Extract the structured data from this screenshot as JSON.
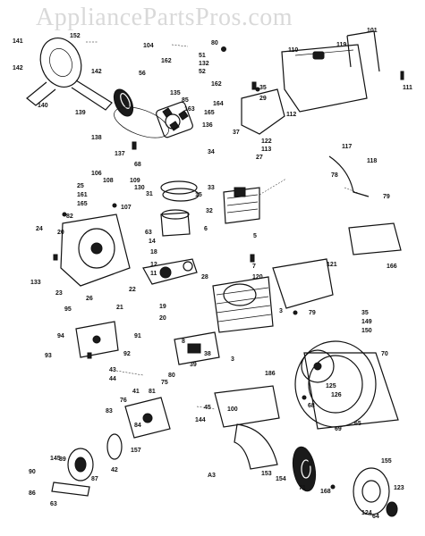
{
  "watermark": "AppliancePartsPros.com",
  "footer_code": "A3",
  "labels": [
    {
      "id": "l1",
      "text": "152"
    },
    {
      "id": "l2",
      "text": "141"
    },
    {
      "id": "l3",
      "text": "142"
    },
    {
      "id": "l4",
      "text": "142"
    },
    {
      "id": "l5",
      "text": "140"
    },
    {
      "id": "l6",
      "text": "139"
    },
    {
      "id": "l7",
      "text": "138"
    },
    {
      "id": "l8",
      "text": "104"
    },
    {
      "id": "l9",
      "text": "56"
    },
    {
      "id": "l10",
      "text": "162"
    },
    {
      "id": "l11",
      "text": "51"
    },
    {
      "id": "l12",
      "text": "132"
    },
    {
      "id": "l13",
      "text": "52"
    },
    {
      "id": "l14",
      "text": "162"
    },
    {
      "id": "l15",
      "text": "135"
    },
    {
      "id": "l16",
      "text": "163"
    },
    {
      "id": "l17",
      "text": "85"
    },
    {
      "id": "l18",
      "text": "164"
    },
    {
      "id": "l19",
      "text": "165"
    },
    {
      "id": "l20",
      "text": "136"
    },
    {
      "id": "l21",
      "text": "137"
    },
    {
      "id": "l22",
      "text": "68"
    },
    {
      "id": "l23",
      "text": "80"
    },
    {
      "id": "l24",
      "text": "110"
    },
    {
      "id": "l25",
      "text": "119"
    },
    {
      "id": "l26",
      "text": "101"
    },
    {
      "id": "l27",
      "text": "111"
    },
    {
      "id": "l28",
      "text": "35"
    },
    {
      "id": "l29",
      "text": "29"
    },
    {
      "id": "l30",
      "text": "112"
    },
    {
      "id": "l31",
      "text": "37"
    },
    {
      "id": "l32",
      "text": "122"
    },
    {
      "id": "l33",
      "text": "113"
    },
    {
      "id": "l34",
      "text": "27"
    },
    {
      "id": "l35",
      "text": "117"
    },
    {
      "id": "l36",
      "text": "118"
    },
    {
      "id": "l37",
      "text": "78"
    },
    {
      "id": "l38",
      "text": "79"
    },
    {
      "id": "l39",
      "text": "34"
    },
    {
      "id": "l40",
      "text": "106"
    },
    {
      "id": "l41",
      "text": "108"
    },
    {
      "id": "l42",
      "text": "109"
    },
    {
      "id": "l43",
      "text": "25"
    },
    {
      "id": "l44",
      "text": "161"
    },
    {
      "id": "l45",
      "text": "165"
    },
    {
      "id": "l46",
      "text": "107"
    },
    {
      "id": "l47",
      "text": "130"
    },
    {
      "id": "l48",
      "text": "31"
    },
    {
      "id": "l49",
      "text": "15"
    },
    {
      "id": "l50",
      "text": "33"
    },
    {
      "id": "l51",
      "text": "32"
    },
    {
      "id": "l52",
      "text": "24"
    },
    {
      "id": "l53",
      "text": "20"
    },
    {
      "id": "l54",
      "text": "82"
    },
    {
      "id": "l55",
      "text": "6"
    },
    {
      "id": "l56",
      "text": "5"
    },
    {
      "id": "l57",
      "text": "63"
    },
    {
      "id": "l58",
      "text": "14"
    },
    {
      "id": "l59",
      "text": "133"
    },
    {
      "id": "l60",
      "text": "23"
    },
    {
      "id": "l61",
      "text": "26"
    },
    {
      "id": "l62",
      "text": "18"
    },
    {
      "id": "l63",
      "text": "12"
    },
    {
      "id": "l64",
      "text": "11"
    },
    {
      "id": "l65",
      "text": "22"
    },
    {
      "id": "l66",
      "text": "21"
    },
    {
      "id": "l67",
      "text": "19"
    },
    {
      "id": "l68",
      "text": "20"
    },
    {
      "id": "l69",
      "text": "28"
    },
    {
      "id": "l70",
      "text": "166"
    },
    {
      "id": "l71",
      "text": "121"
    },
    {
      "id": "l72",
      "text": "120"
    },
    {
      "id": "l73",
      "text": "7"
    },
    {
      "id": "l74",
      "text": "3"
    },
    {
      "id": "l75",
      "text": "79"
    },
    {
      "id": "l76",
      "text": "35"
    },
    {
      "id": "l77",
      "text": "149"
    },
    {
      "id": "l78",
      "text": "150"
    },
    {
      "id": "l79",
      "text": "95"
    },
    {
      "id": "l80",
      "text": "94"
    },
    {
      "id": "l81",
      "text": "93"
    },
    {
      "id": "l82",
      "text": "92"
    },
    {
      "id": "l83",
      "text": "91"
    },
    {
      "id": "l84",
      "text": "8"
    },
    {
      "id": "l85",
      "text": "39"
    },
    {
      "id": "l86",
      "text": "38"
    },
    {
      "id": "l87",
      "text": "3"
    },
    {
      "id": "l88",
      "text": "186"
    },
    {
      "id": "l89",
      "text": "70"
    },
    {
      "id": "l90",
      "text": "43"
    },
    {
      "id": "l91",
      "text": "44"
    },
    {
      "id": "l92",
      "text": "41"
    },
    {
      "id": "l93",
      "text": "80"
    },
    {
      "id": "l94",
      "text": "75"
    },
    {
      "id": "l95",
      "text": "76"
    },
    {
      "id": "l96",
      "text": "81"
    },
    {
      "id": "l97",
      "text": "45"
    },
    {
      "id": "l98",
      "text": "100"
    },
    {
      "id": "l99",
      "text": "126"
    },
    {
      "id": "l100",
      "text": "125"
    },
    {
      "id": "l101",
      "text": "65"
    },
    {
      "id": "l102",
      "text": "68"
    },
    {
      "id": "l103",
      "text": "69"
    },
    {
      "id": "l104",
      "text": "83"
    },
    {
      "id": "l105",
      "text": "157"
    },
    {
      "id": "l106",
      "text": "144"
    },
    {
      "id": "l107",
      "text": "84"
    },
    {
      "id": "l108",
      "text": "89"
    },
    {
      "id": "l109",
      "text": "87"
    },
    {
      "id": "l110",
      "text": "42"
    },
    {
      "id": "l111",
      "text": "90"
    },
    {
      "id": "l112",
      "text": "86"
    },
    {
      "id": "l113",
      "text": "145"
    },
    {
      "id": "l114",
      "text": "63"
    },
    {
      "id": "l115",
      "text": "153"
    },
    {
      "id": "l116",
      "text": "154"
    },
    {
      "id": "l117",
      "text": "71"
    },
    {
      "id": "l118",
      "text": "168"
    },
    {
      "id": "l119",
      "text": "155"
    },
    {
      "id": "l120",
      "text": "123"
    },
    {
      "id": "l121",
      "text": "124"
    },
    {
      "id": "l122",
      "text": "64"
    }
  ]
}
